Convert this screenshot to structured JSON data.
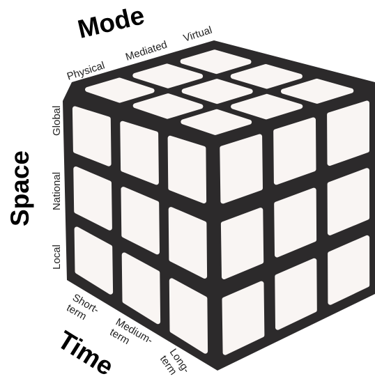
{
  "colors": {
    "sticker_fill": "#f9f5f3",
    "cube_body": "#2c2a2b",
    "text": "#000000",
    "label_text": "#222222"
  },
  "mode": {
    "title": "Mode",
    "labels": [
      "Physical",
      "Mediated",
      "Virtual"
    ]
  },
  "space": {
    "title": "Space",
    "labels": [
      "Global",
      "National",
      "Local"
    ]
  },
  "time": {
    "title": "Time",
    "labels": [
      [
        "Short-",
        "term"
      ],
      [
        "Medium-",
        "term"
      ],
      [
        "Long-",
        "term"
      ]
    ]
  }
}
